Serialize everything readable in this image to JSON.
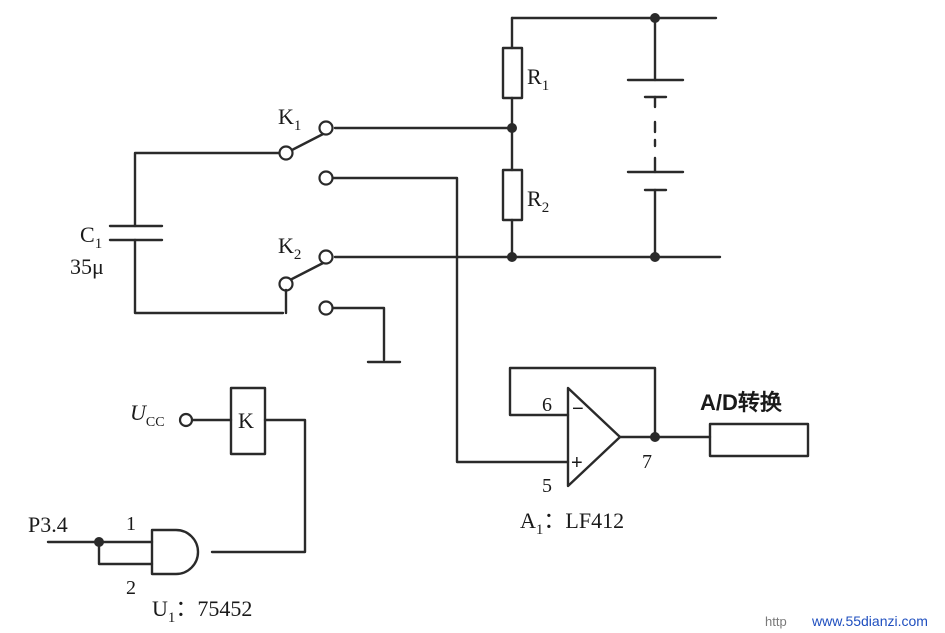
{
  "labels": {
    "r1": "R",
    "r1_sub": "1",
    "r2": "R",
    "r2_sub": "2",
    "k1": "K",
    "k1_sub": "1",
    "k2": "K",
    "k2_sub": "2",
    "c1": "C",
    "c1_sub": "1",
    "c1_value": "35μ",
    "ucc": "U",
    "ucc_sub": "CC",
    "relay": "K",
    "p34": "P3.4",
    "pin1": "1",
    "pin2": "2",
    "u1": "U",
    "u1_sub": "1",
    "u1_part": "：75452",
    "pin6": "6",
    "pin5": "5",
    "pin7": "7",
    "minus": "−",
    "plus": "+",
    "a1": "A",
    "a1_sub": "1",
    "a1_part": "：LF412",
    "adc": "A/D转换"
  },
  "watermark": {
    "prefix": "http",
    "url": "www.55dianzi.com"
  },
  "colors": {
    "wire": "#2a2a2a",
    "watermark_prefix": "#7a7a7a",
    "watermark_url": "#1f4fbf"
  }
}
